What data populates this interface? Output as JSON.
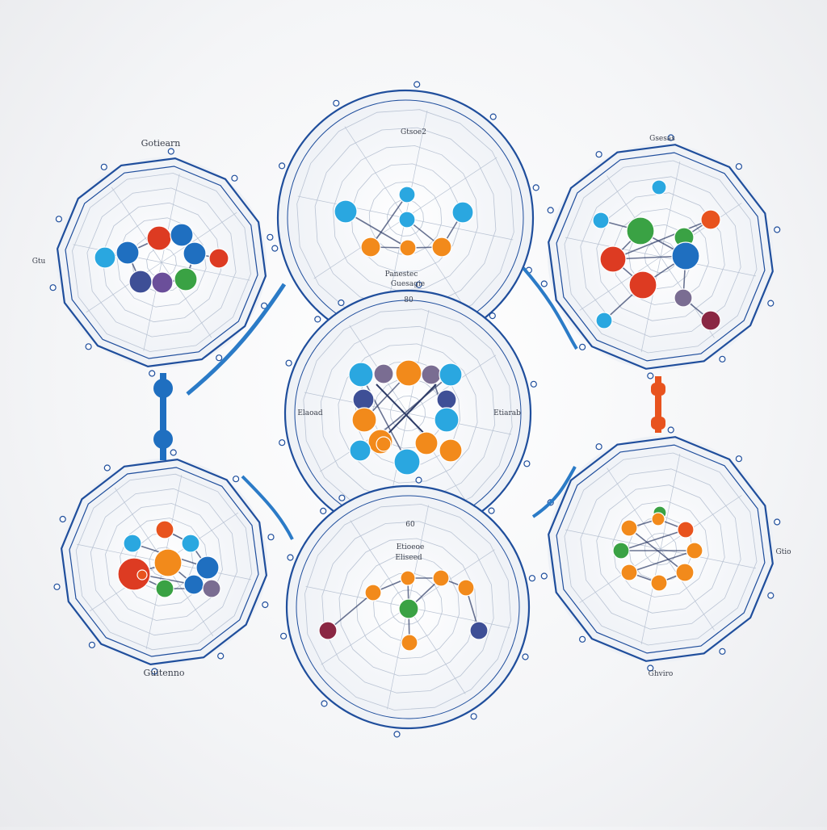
{
  "diagram": {
    "palette": {
      "ring": "#1f4e9c",
      "grid": "#b9c3d3",
      "blue": "#1f6fc0",
      "light_blue": "#2aa7e0",
      "orange": "#f28a1b",
      "deep_orange": "#e8531e",
      "red": "#dd3b22",
      "green": "#3aa244",
      "navy": "#3e4f96",
      "purple": "#6b4f9a",
      "maroon": "#8a2743",
      "gray_purple": "#7a6d92"
    },
    "labels": {
      "top_left": "Gotiearn",
      "top_center": "Gtsoe2",
      "top_right": "Gsesas",
      "center_top_a": "Panestec",
      "center_top_b": "Guesagie",
      "center_top_num": "80",
      "center_left": "Elaoad",
      "center_right": "Etiarab",
      "center_bottom_num": "60",
      "bottom_center_a": "Etioeoe",
      "bottom_center_b": "Eliseed",
      "bottom_left": "Guitenno",
      "bottom_right": "Ghviro",
      "side_left": "Gtu",
      "side_right": "Gtio"
    },
    "clusters": [
      {
        "name": "cluster-top-left",
        "node_colors": [
          "light_blue",
          "blue",
          "red",
          "blue",
          "blue",
          "red",
          "navy",
          "purple",
          "green"
        ]
      },
      {
        "name": "cluster-top-center",
        "node_colors": [
          "light_blue",
          "light_blue",
          "light_blue",
          "light_blue",
          "orange",
          "orange",
          "orange"
        ]
      },
      {
        "name": "cluster-top-right",
        "node_colors": [
          "light_blue",
          "deep_orange",
          "green",
          "green",
          "red",
          "blue",
          "red",
          "light_blue",
          "gray_purple",
          "maroon",
          "light_blue"
        ]
      },
      {
        "name": "cluster-center",
        "node_colors": [
          "light_blue",
          "gray_purple",
          "orange",
          "gray_purple",
          "light_blue",
          "navy",
          "navy",
          "orange",
          "light_blue",
          "orange",
          "light_blue",
          "orange",
          "light_blue",
          "orange",
          "orange"
        ]
      },
      {
        "name": "cluster-bottom-left",
        "node_colors": [
          "deep_orange",
          "light_blue",
          "blue",
          "orange",
          "light_blue",
          "red",
          "blue",
          "green",
          "gray_purple",
          "deep_orange"
        ]
      },
      {
        "name": "cluster-bottom-center",
        "node_colors": [
          "orange",
          "orange",
          "orange",
          "orange",
          "green",
          "orange",
          "maroon",
          "navy"
        ]
      },
      {
        "name": "cluster-bottom-right",
        "node_colors": [
          "green",
          "orange",
          "orange",
          "deep_orange",
          "green",
          "orange",
          "orange",
          "orange",
          "orange"
        ]
      }
    ]
  }
}
